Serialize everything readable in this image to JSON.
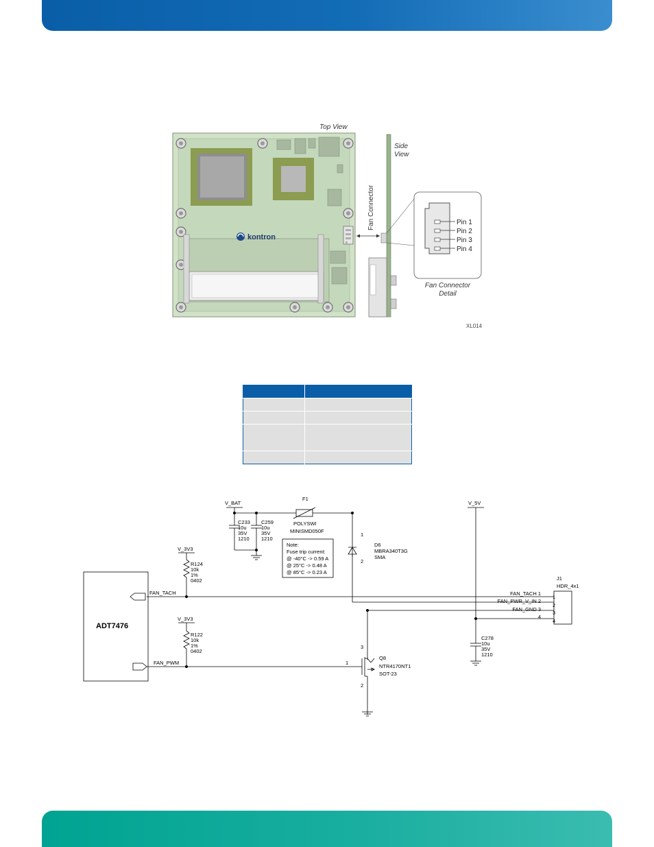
{
  "board": {
    "top_view": "Top View",
    "side_view_line1": "Side",
    "side_view_line2": "View",
    "fan_connector": "Fan Connector",
    "brand": "kontron",
    "pins": [
      "Pin 1",
      "Pin 2",
      "Pin 3",
      "Pin 4"
    ],
    "detail_line1": "Fan Connector",
    "detail_line2": "Detail",
    "fig_id": "XL014"
  },
  "table": {
    "headers": [
      "",
      ""
    ],
    "rows": [
      [
        "",
        ""
      ],
      [
        "",
        ""
      ],
      [
        "",
        ""
      ],
      [
        "",
        ""
      ]
    ]
  },
  "schematic": {
    "v_bat": "V_BAT",
    "v_5v": "V_5V",
    "v_3v3_a": "V_3V3",
    "v_3v3_b": "V_3V3",
    "f1": "F1",
    "f1_part1": "POLYSWI",
    "f1_part2": "MINISMD050F",
    "c233": [
      "C233",
      "10u",
      "35V",
      "1210"
    ],
    "c259": [
      "C259",
      "10u",
      "35V",
      "1210"
    ],
    "note": [
      "Note:",
      "Fuse trip current:",
      "@ -40°C -> 0.59 A",
      "@ 25°C -> 0.48 A",
      "@ 85°C -> 0.23 A"
    ],
    "d6": [
      "D6",
      "MBRA340T3G",
      "SMA"
    ],
    "d6_pin1": "1",
    "d6_pin2": "2",
    "r124": [
      "R124",
      "10k",
      "1%",
      "0402"
    ],
    "r122": [
      "R122",
      "10k",
      "1%",
      "0402"
    ],
    "chip": "ADT7476",
    "fan_tach": "FAN_TACH",
    "fan_pwm": "FAN_PWM",
    "j1": "J1",
    "j1_part": "HDR_4x1",
    "j1_nets": [
      "FAN_TACH 1",
      "FAN_PWR_V_IN 2",
      "FAN_GND 3",
      "4"
    ],
    "j1_pins": [
      "1",
      "2",
      "3",
      "4"
    ],
    "c278": [
      "C278",
      "10u",
      "35V",
      "1210"
    ],
    "q8": [
      "Q8",
      "NTR4170NT1",
      "SOT-23"
    ],
    "q8_pin3": "3",
    "q8_pin1": "1",
    "q8_pin2": "2"
  }
}
